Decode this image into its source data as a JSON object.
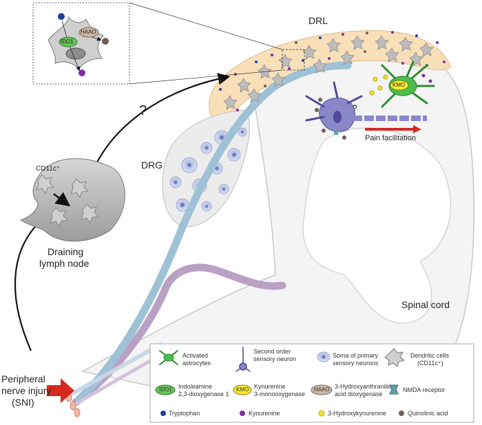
{
  "labels": {
    "drl": "DRL",
    "drg": "DRG",
    "spinal_cord": "Spinal cord",
    "cd11c": "CD11c⁺",
    "lymph_node_line1": "Draining",
    "lymph_node_line2": "lymph node",
    "question_main": "?",
    "question_small": "?",
    "pain": "Pain facilitation",
    "injury_line1": "Peripheral",
    "injury_line2": "nerve injury",
    "injury_line3": "(SNI)",
    "ido1": "IDO1",
    "haao": "HAAO",
    "kmo": "KMO"
  },
  "legend": {
    "astrocytes_1": "Activated",
    "astrocytes_2": "astrocytes",
    "second_1": "Second order",
    "second_2": "sensory neuron",
    "soma_1": "Soma of primary",
    "soma_2": "sensory neurons",
    "dc_1": "Dendritic cells",
    "dc_2": "(CD11c⁺)",
    "ido1_badge": "IDO1",
    "ido1_1": "Indoleamine",
    "ido1_2": "2,3-dioxygenase 1",
    "kmo_badge": "KMO",
    "kmo_1": "Kynurenine",
    "kmo_2": "3-monooxygenase",
    "haao_badge": "HAAO",
    "haao_1": "3-Hydroxyanthranilic",
    "haao_2": "acid dioxygenase",
    "nmda": "NMDA receptor",
    "trp": "Tryptophan",
    "kyn": "Kynurenine",
    "hk": "3-Hydroxykynurenine",
    "qa": "Quinolinic acid"
  },
  "colors": {
    "tryptophan": "#1f3f9a",
    "kynurenine": "#7b2f9e",
    "hydroxykynurenine": "#f2e32c",
    "quinolinic": "#6e6058",
    "astrocyte": "#4bbd4b",
    "neuron": "#8a87c9",
    "drl_fill": "#f8dfb8",
    "nerve_blue": "#9fc1d6",
    "nerve_purple": "#b9a1c4",
    "arrow_red": "#d62a20"
  }
}
